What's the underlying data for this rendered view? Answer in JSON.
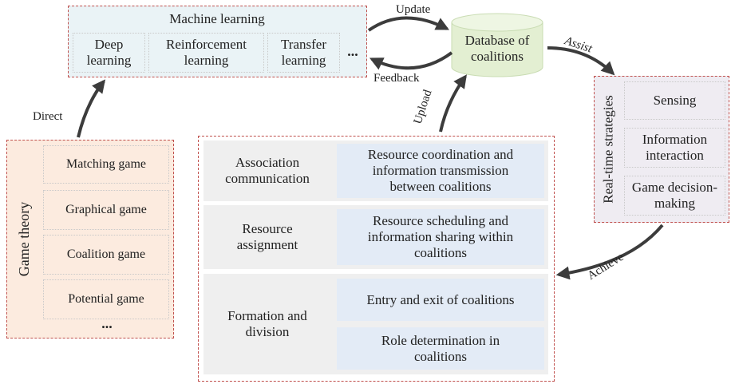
{
  "machine_learning": {
    "title": "Machine learning",
    "items": [
      {
        "line1": "Deep",
        "line2": "learning"
      },
      {
        "line1": "Reinforcement",
        "line2": "learning"
      },
      {
        "line1": "Transfer",
        "line2": "learning"
      }
    ],
    "ellipsis": "..."
  },
  "database": {
    "line1": "Database of",
    "line2": "coalitions"
  },
  "game_theory": {
    "title": "Game theory",
    "items": [
      "Matching game",
      "Graphical game",
      "Coalition game",
      "Potential game"
    ],
    "ellipsis": "..."
  },
  "realtime": {
    "title": "Real-time strategies",
    "items": [
      {
        "line1": "Sensing",
        "line2": ""
      },
      {
        "line1": "Information",
        "line2": "interaction"
      },
      {
        "line1": "Game decision-",
        "line2": "making"
      }
    ]
  },
  "coalition_panel": {
    "rows": [
      {
        "left": {
          "line1": "Association",
          "line2": "communication"
        },
        "right": {
          "line1": "Resource coordination and",
          "line2": "information transmission",
          "line3": "between coalitions"
        }
      },
      {
        "left": {
          "line1": "Resource",
          "line2": "assignment"
        },
        "right": {
          "line1": "Resource scheduling and",
          "line2": "information sharing within",
          "line3": "coalitions"
        }
      },
      {
        "left": {
          "line1": "Formation and",
          "line2": "division"
        },
        "right_a": "Entry and exit of coalitions",
        "right_b": {
          "line1": "Role determination in",
          "line2": "coalitions"
        }
      }
    ]
  },
  "arrows": {
    "update": "Update",
    "feedback": "Feedback",
    "assist": "Assist",
    "direct": "Direct",
    "upload": "Upload",
    "achieve": "Achieve"
  },
  "colors": {
    "frame_red": "#c0504d",
    "ml_fill": "#eaf3f6",
    "db_fill": "#e3efd2",
    "gt_fill": "#fcebdf",
    "rt_fill": "#efecf2",
    "left_cell": "#efefef",
    "right_cell": "#e3ebf6",
    "arrow": "#3c3c3c"
  }
}
